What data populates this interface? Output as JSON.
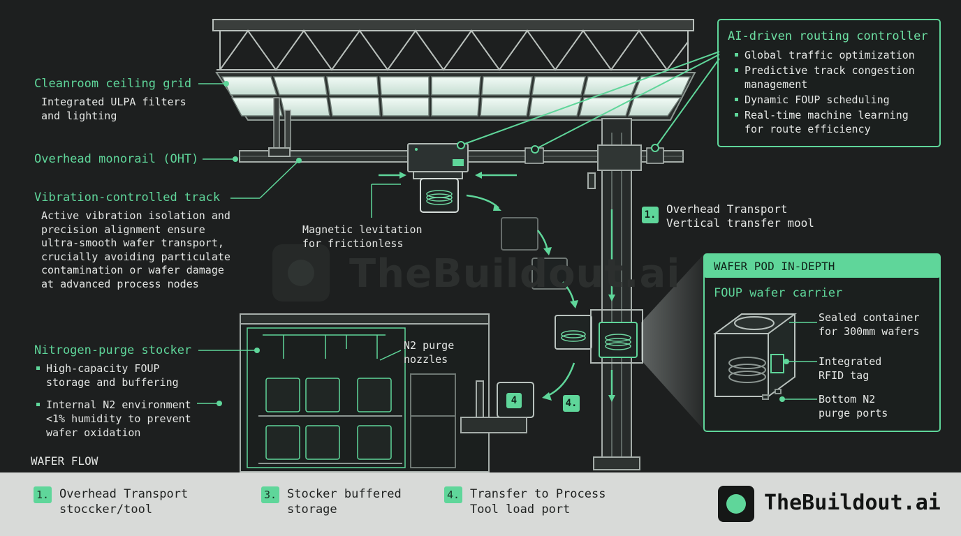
{
  "labels": {
    "ceiling_title": "Cleanroom ceiling grid",
    "ceiling_desc": "Integrated ULPA filters\nand lighting",
    "monorail": "Overhead monorail (OHT)",
    "vibration_title": "Vibration-controlled track",
    "vibration_desc": "Active vibration isolation and\nprecision alignment ensure\nultra-smooth wafer transport,\ncrucially avoiding particulate\ncontamination or wafer damage\nat advanced process nodes",
    "maglev": "Magnetic levitation\nfor frictionless",
    "n2_nozzles": "N2 purge\nnozzles",
    "stocker_title": "Nitrogen-purge stocker",
    "stocker_bullets": [
      "High-capacity FOUP\nstorage and buffering",
      "Internal N2 environment\n<1% humidity to prevent\nwafer oxidation"
    ],
    "wafer_flow": "WAFER FLOW",
    "oht_step_badge": "1.",
    "oht_step_text": "Overhead Transport\nVertical transfer mool",
    "load_box": "4",
    "load_step_badge": "4."
  },
  "controller": {
    "title": "AI-driven routing controller",
    "bullets": [
      "Global traffic optimization",
      "Predictive track congestion\nmanagement",
      "Dynamic FOUP scheduling",
      "Real-time machine learning\nfor route efficiency"
    ]
  },
  "pod": {
    "header": "WAFER POD IN-DEPTH",
    "subtitle": "FOUP wafer carrier",
    "callouts": [
      "Sealed container\nfor 300mm wafers",
      "Integrated\nRFID tag",
      "Bottom N2\npurge ports"
    ]
  },
  "watermark": "TheBuildout.ai",
  "footer": {
    "steps": [
      {
        "badge": "1.",
        "text": "Overhead Transport\nstoccker/tool"
      },
      {
        "badge": "3.",
        "text": "Stocker buffered\nstorage"
      },
      {
        "badge": "4.",
        "text": "Transfer to Process\nTool load port"
      }
    ],
    "brand": "TheBuildout.ai"
  },
  "colors": {
    "accent": "#5fd69a",
    "background": "#1d1f1f",
    "footer": "#d8dad8",
    "line": "#9aa29e"
  }
}
